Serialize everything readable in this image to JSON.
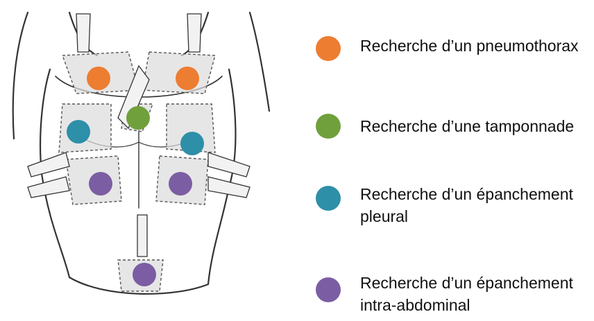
{
  "colors": {
    "pneumothorax": "#ED7D31",
    "tamponnade": "#70A03C",
    "pleural": "#2E8FA8",
    "abdominal": "#7B5DA3",
    "zone_fill": "#dcdcdc",
    "line": "#333333"
  },
  "legend": [
    {
      "label": "Recherche d’un pneumothorax",
      "color": "#ED7D31"
    },
    {
      "label": "Recherche d’une tamponnade",
      "color": "#70A03C"
    },
    {
      "label": "Recherche d’un épanchement\npleural",
      "color": "#2E8FA8"
    },
    {
      "label": "Recherche d’un épanchement\nintra-abdominal",
      "color": "#7B5DA3"
    }
  ],
  "markers": [
    {
      "category": "pneumothorax",
      "side": "right"
    },
    {
      "category": "pneumothorax",
      "side": "left"
    },
    {
      "category": "tamponnade",
      "side": "center"
    },
    {
      "category": "pleural",
      "side": "right"
    },
    {
      "category": "pleural",
      "side": "left"
    },
    {
      "category": "abdominal",
      "side": "right"
    },
    {
      "category": "abdominal",
      "side": "left"
    },
    {
      "category": "abdominal",
      "side": "pelvic"
    }
  ]
}
